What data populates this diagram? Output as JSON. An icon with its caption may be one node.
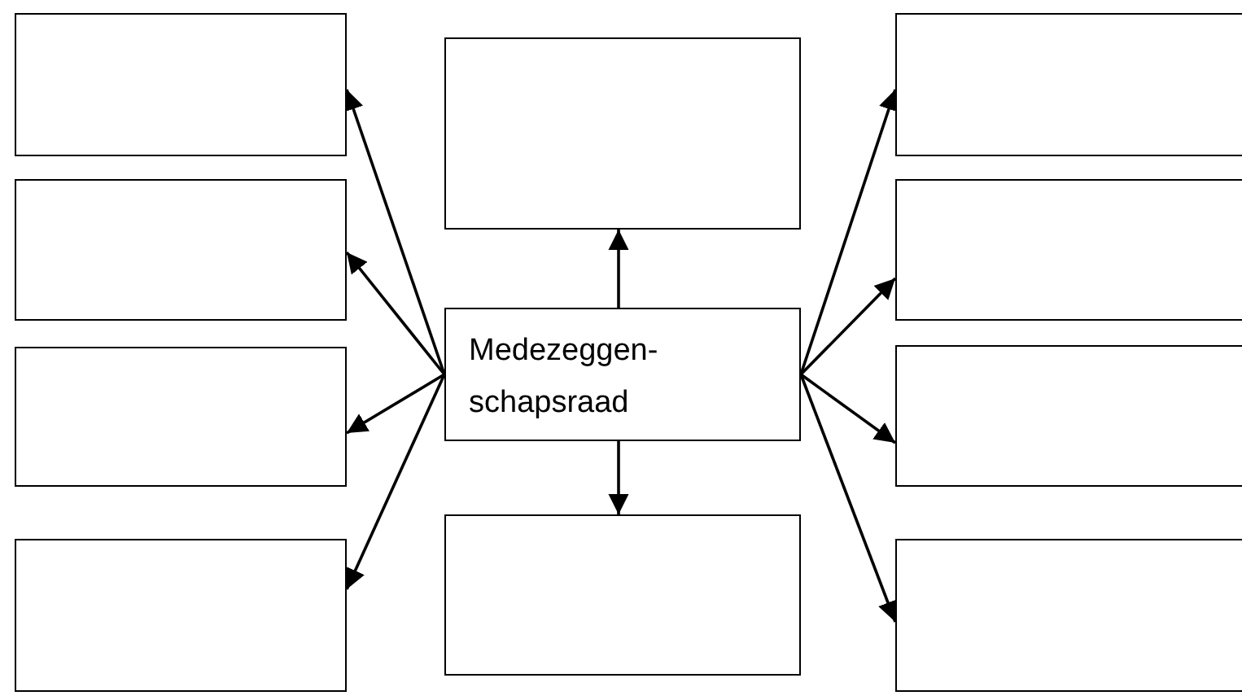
{
  "diagram": {
    "nodes": [
      {
        "text": [],
        "shape": "box"
      },
      {
        "text": [],
        "shape": "box"
      },
      {
        "text": [],
        "shape": "box"
      },
      {
        "text": [],
        "shape": "box"
      },
      {
        "text": [],
        "shape": "box"
      },
      {
        "text": [
          "Medezeggen-schapsraad"
        ]
      },
      {
        "text": [],
        "shape": "box"
      },
      {
        "text": [],
        "shape": "box"
      },
      {
        "text": [],
        "shape": "box"
      },
      {
        "text": [],
        "shape": "box"
      },
      {
        "text": [],
        "shape": "box"
      }
    ],
    "edges": [
      {
        "from": 5,
        "to": 0,
        "arrow": "to"
      },
      {
        "from": 5,
        "to": 1,
        "arrow": "to"
      },
      {
        "from": 5,
        "to": 2,
        "arrow": "to"
      },
      {
        "from": 5,
        "to": 3,
        "arrow": "to"
      },
      {
        "from": 5,
        "to": 4,
        "arrow": "to"
      },
      {
        "from": 5,
        "to": 6,
        "arrow": "to"
      },
      {
        "from": 5,
        "to": 7,
        "arrow": "to"
      },
      {
        "from": 5,
        "to": 8,
        "arrow": "to"
      },
      {
        "from": 5,
        "to": 9,
        "arrow": "to"
      },
      {
        "from": 5,
        "to": 10,
        "arrow": "to"
      }
    ]
  }
}
